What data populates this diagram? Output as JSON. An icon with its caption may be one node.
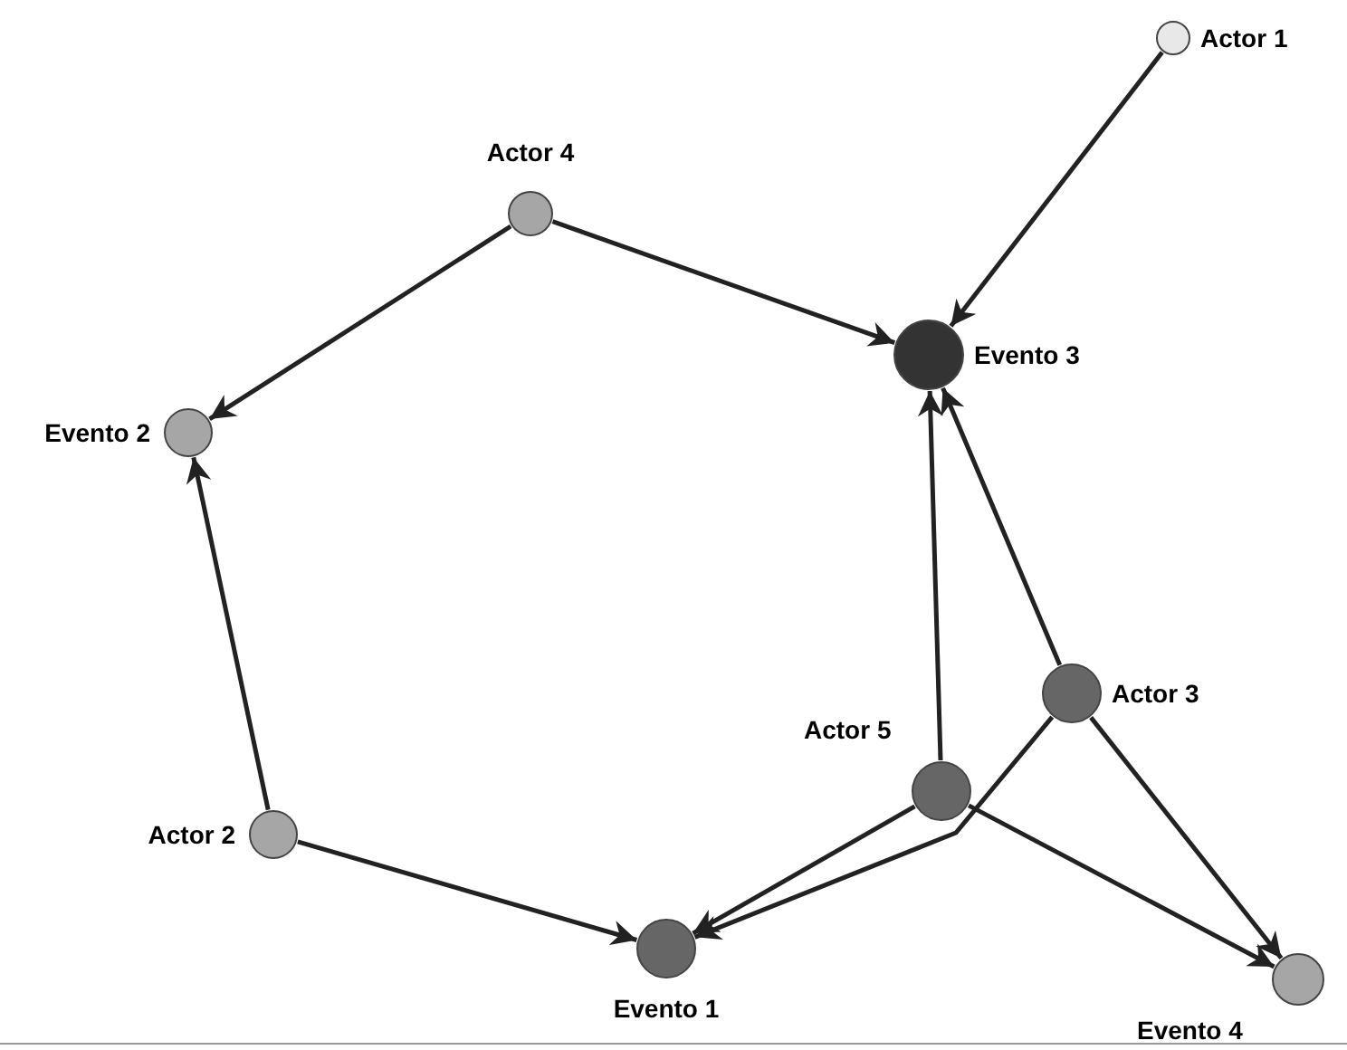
{
  "diagram": {
    "nodes": [
      {
        "text": [
          "Actor 1"
        ]
      },
      {
        "text": [
          "Actor 4"
        ]
      },
      {
        "text": [
          "Evento 3"
        ]
      },
      {
        "text": [
          "Evento 2"
        ]
      },
      {
        "text": [
          "Actor 2"
        ]
      },
      {
        "text": [
          "Evento 1"
        ]
      },
      {
        "text": [
          "Actor 5"
        ]
      },
      {
        "text": [
          "Actor 3"
        ]
      },
      {
        "text": [
          "Evento 4"
        ]
      }
    ],
    "edges": [
      {
        "from": 0,
        "to": 2,
        "arrow": "to"
      },
      {
        "from": 1,
        "to": 2,
        "arrow": "to"
      },
      {
        "from": 1,
        "to": 3,
        "arrow": "to"
      },
      {
        "from": 4,
        "to": 3,
        "arrow": "to"
      },
      {
        "from": 4,
        "to": 5,
        "arrow": "to"
      },
      {
        "from": 6,
        "to": 2,
        "arrow": "to"
      },
      {
        "from": 7,
        "to": 2,
        "arrow": "to"
      },
      {
        "from": 7,
        "to": 5,
        "arrow": "to"
      },
      {
        "from": 6,
        "to": 5,
        "arrow": "to"
      },
      {
        "from": 6,
        "to": 8,
        "arrow": "to"
      },
      {
        "from": 7,
        "to": 8,
        "arrow": "to"
      }
    ]
  }
}
